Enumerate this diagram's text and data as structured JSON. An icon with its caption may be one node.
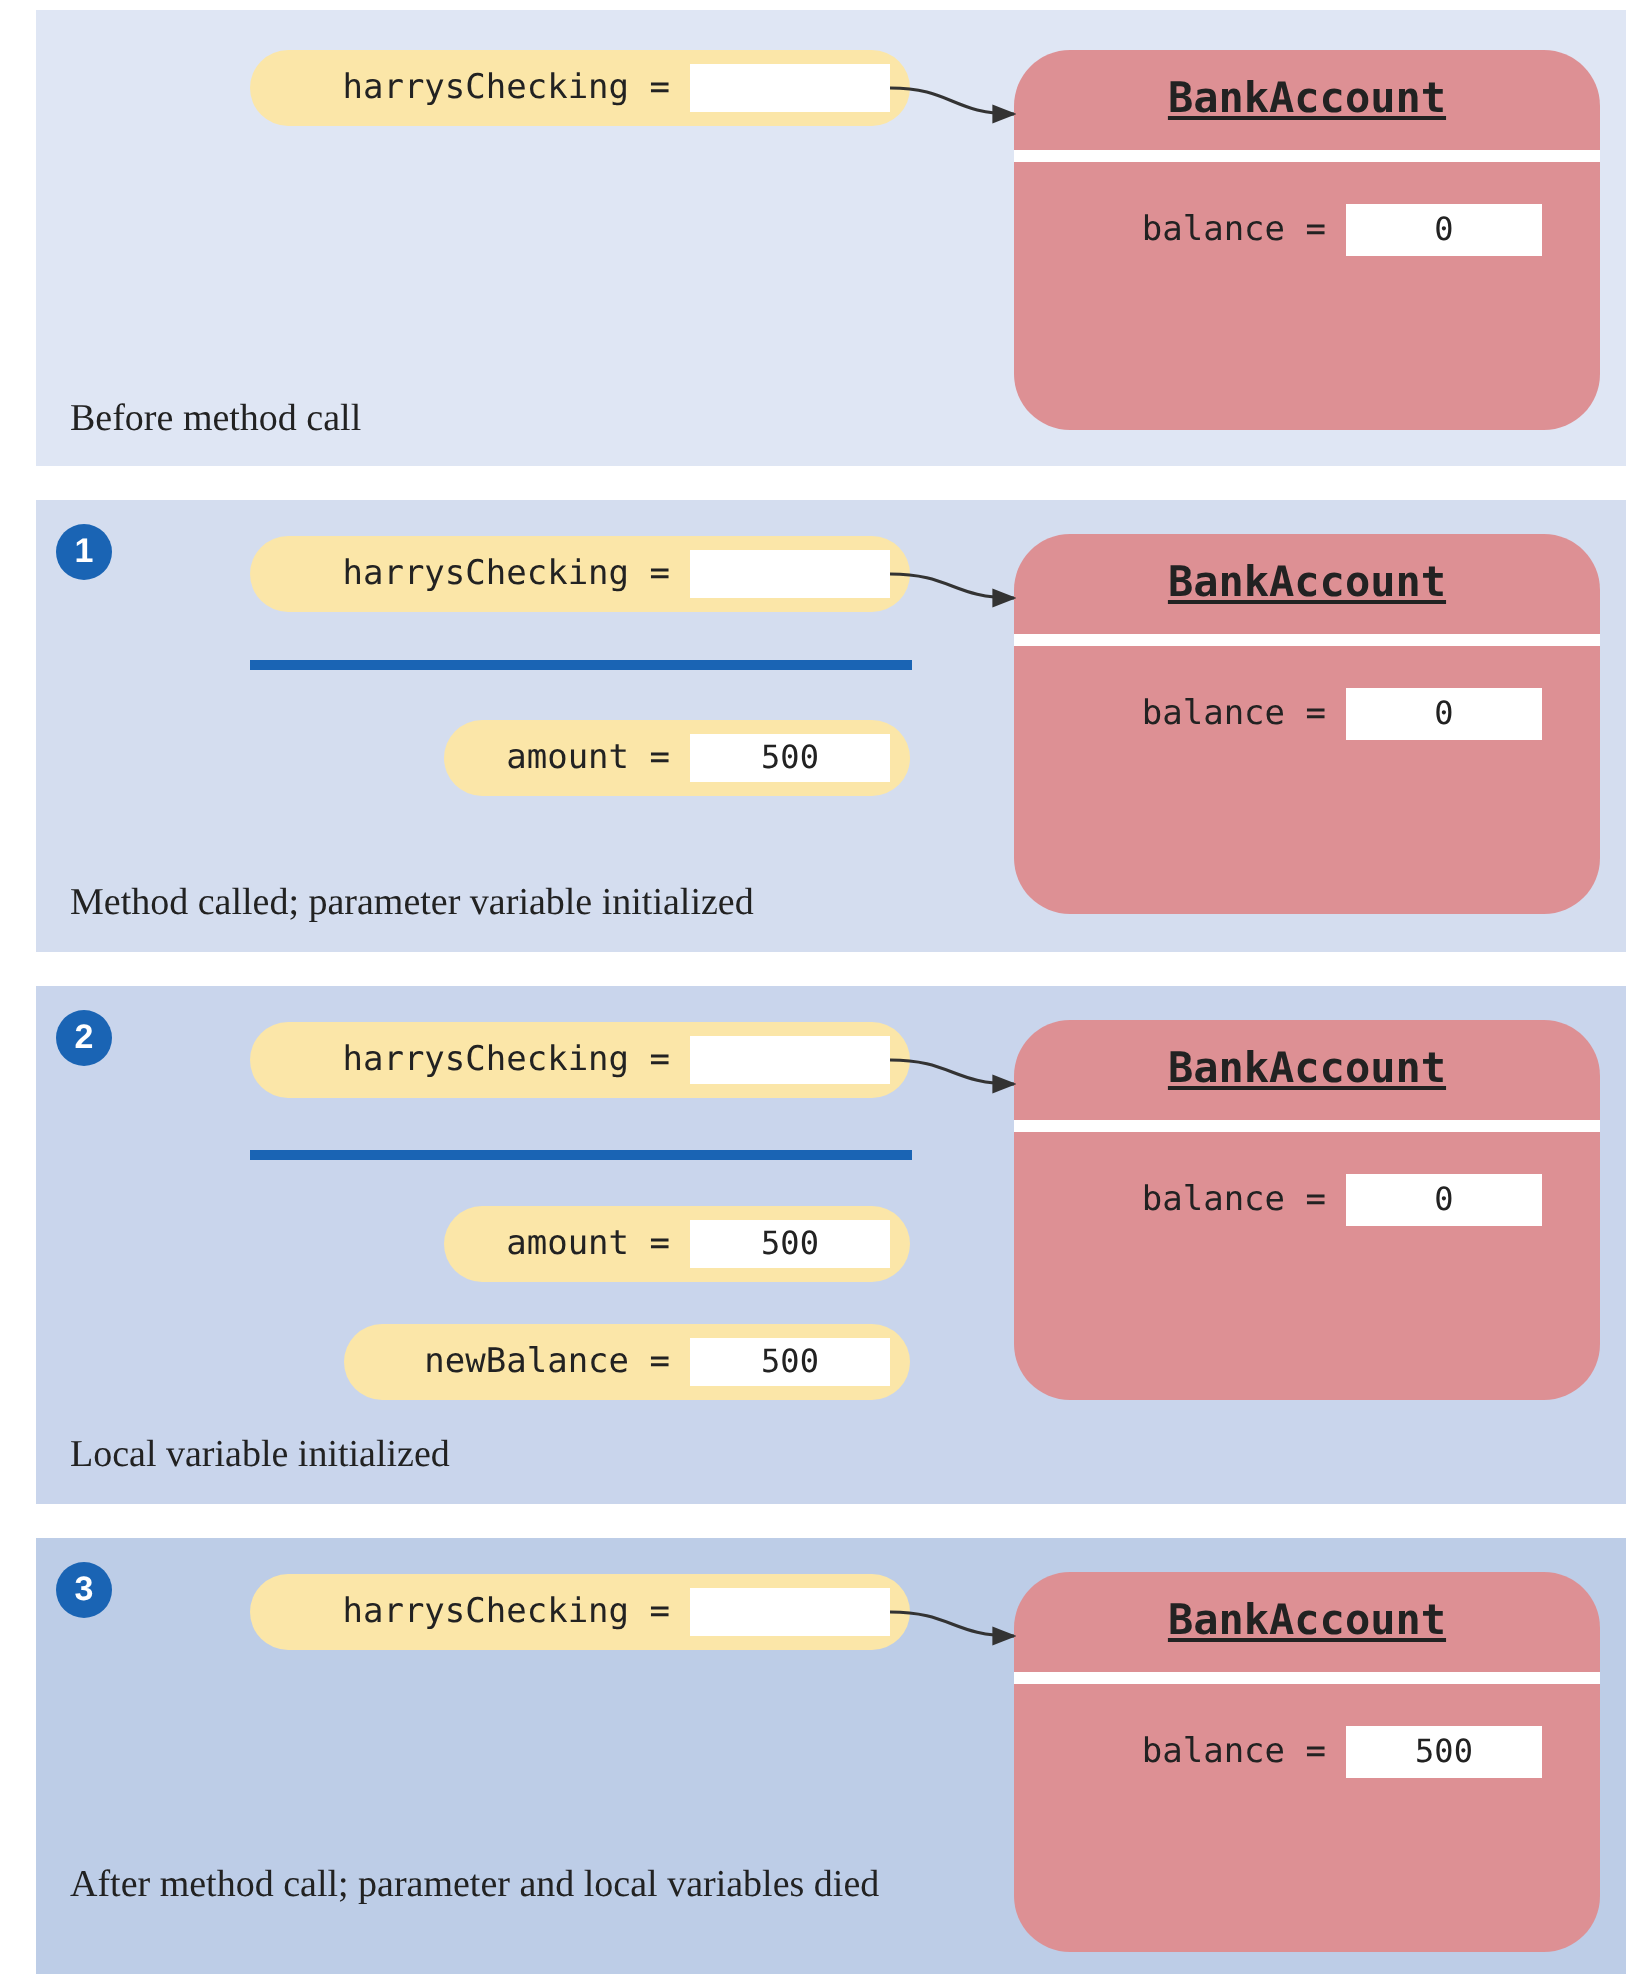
{
  "diagram": {
    "nodes": [
      {
        "text": [
          "Before method call"
        ]
      },
      {
        "text": [
          "harrysChecking ="
        ],
        "in": 0
      },
      {
        "text": [],
        "shape": "box",
        "in": 1
      },
      {
        "text": [
          "BankAccount"
        ],
        "in": 0
      },
      {
        "text": [
          "0"
        ],
        "beside": [
          "balance ="
        ],
        "in": 3
      },
      {
        "text": [
          "Method called; parameter variable initialized"
        ]
      },
      {
        "text": [
          "1"
        ],
        "in": 5
      },
      {
        "text": [
          "harrysChecking ="
        ],
        "in": 5
      },
      {
        "text": [],
        "shape": "box",
        "in": 7
      },
      {
        "text": [
          "amount ="
        ],
        "in": 5
      },
      {
        "text": [
          "500"
        ],
        "in": 9
      },
      {
        "text": [
          "BankAccount"
        ],
        "in": 5
      },
      {
        "text": [
          "0"
        ],
        "beside": [
          "balance ="
        ],
        "in": 11
      },
      {
        "text": [
          "Local variable initialized"
        ]
      },
      {
        "text": [
          "2"
        ],
        "in": 13
      },
      {
        "text": [
          "harrysChecking ="
        ],
        "in": 13
      },
      {
        "text": [],
        "shape": "box",
        "in": 15
      },
      {
        "text": [
          "amount ="
        ],
        "in": 13
      },
      {
        "text": [
          "500"
        ],
        "in": 17
      },
      {
        "text": [
          "newBalance ="
        ],
        "in": 13
      },
      {
        "text": [
          "500"
        ],
        "in": 19
      },
      {
        "text": [
          "BankAccount"
        ],
        "in": 13
      },
      {
        "text": [
          "0"
        ],
        "beside": [
          "balance ="
        ],
        "in": 21
      },
      {
        "text": [
          "After method call; parameter and local variables died"
        ]
      },
      {
        "text": [
          "3"
        ],
        "in": 23
      },
      {
        "text": [
          "harrysChecking ="
        ],
        "in": 23
      },
      {
        "text": [],
        "shape": "box",
        "in": 25
      },
      {
        "text": [
          "BankAccount"
        ],
        "in": 23
      },
      {
        "text": [
          "500"
        ],
        "beside": [
          "balance ="
        ],
        "in": 27
      }
    ],
    "edges": [
      {
        "from": 2,
        "to": 3,
        "arrow": "to"
      },
      {
        "from": 8,
        "to": 11,
        "arrow": "to"
      },
      {
        "from": 16,
        "to": 21,
        "arrow": "to"
      },
      {
        "from": 26,
        "to": 27,
        "arrow": "to"
      }
    ]
  }
}
